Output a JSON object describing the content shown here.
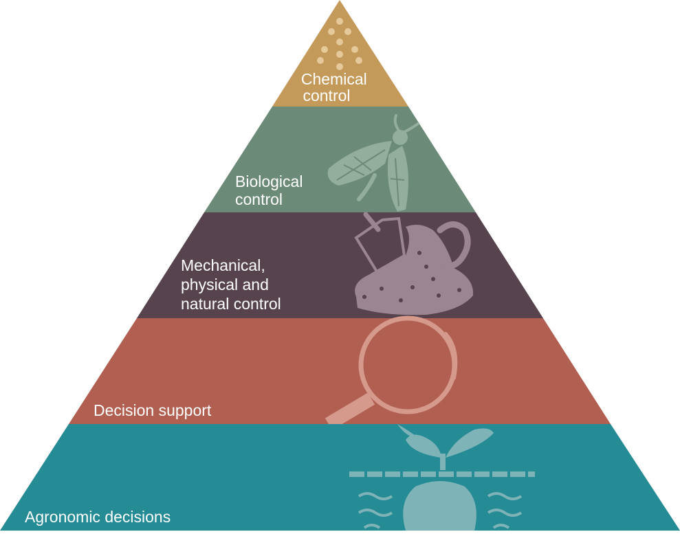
{
  "tiers": [
    {
      "id": "chemical",
      "lines": [
        "Chemical",
        "control"
      ],
      "color": "#c49a5a",
      "icon": "spray-droplets-icon"
    },
    {
      "id": "biological",
      "lines": [
        "Biological",
        "control"
      ],
      "color": "#6c8a78",
      "icon": "beneficial-insect-icon"
    },
    {
      "id": "mechanical",
      "lines": [
        "Mechanical,",
        "physical and",
        "natural control"
      ],
      "color": "#56434e",
      "icon": "shovel-soil-worm-icon"
    },
    {
      "id": "decision",
      "lines": [
        "Decision support"
      ],
      "color": "#b05f50",
      "icon": "magnifying-glass-icon"
    },
    {
      "id": "agronomic",
      "lines": [
        "Agronomic decisions"
      ],
      "color": "#258b95",
      "icon": "plant-root-icon"
    }
  ]
}
